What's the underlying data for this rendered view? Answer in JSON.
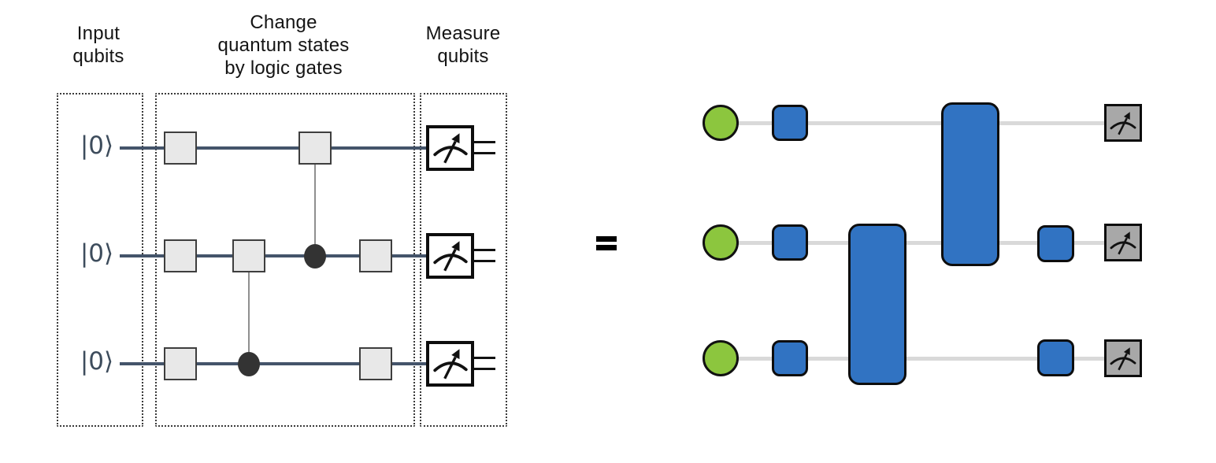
{
  "stages": {
    "input": {
      "label": "Input\nqubits"
    },
    "gates": {
      "label": "Change\nquantum states\nby logic gates"
    },
    "measure": {
      "label": "Measure\nqubits"
    }
  },
  "equals_sign": "=",
  "left_circuit": {
    "qubit_states": [
      "|0⟩",
      "|0⟩",
      "|0⟩"
    ],
    "wire_color": "#44546A",
    "gate_fill": "#E8E8E8",
    "gate_border": "#3E3E3E",
    "control_dot_color": "#333333",
    "single_qubit_gates": [
      {
        "row": 1,
        "col": 1
      },
      {
        "row": 1,
        "col": 3
      },
      {
        "row": 2,
        "col": 1
      },
      {
        "row": 2,
        "col": 2
      },
      {
        "row": 2,
        "col": 4
      },
      {
        "row": 3,
        "col": 1
      },
      {
        "row": 3,
        "col": 4
      }
    ],
    "controlled_gates": [
      {
        "target_row": 1,
        "control_row": 2,
        "col": 3
      },
      {
        "target_row": 2,
        "control_row": 3,
        "col": 2
      }
    ],
    "measurements": 3,
    "classical_wires_per_measure": 2
  },
  "right_circuit": {
    "input_color": "#8CC63E",
    "gate_color": "#3173C2",
    "measure_color": "#A8A8A8",
    "wire_color": "#D9D9D9",
    "inputs": 3,
    "single_qubit_gates": [
      {
        "row": 1,
        "col": 1
      },
      {
        "row": 2,
        "col": 1
      },
      {
        "row": 2,
        "col": 2
      },
      {
        "row": 3,
        "col": 1
      },
      {
        "row": 3,
        "col": 2
      }
    ],
    "two_qubit_gates": [
      {
        "rows": [
          2,
          3
        ]
      },
      {
        "rows": [
          1,
          2
        ]
      }
    ],
    "measurements": 3
  },
  "icons": {
    "meter": "gauge-arc-with-arrow-needle"
  }
}
